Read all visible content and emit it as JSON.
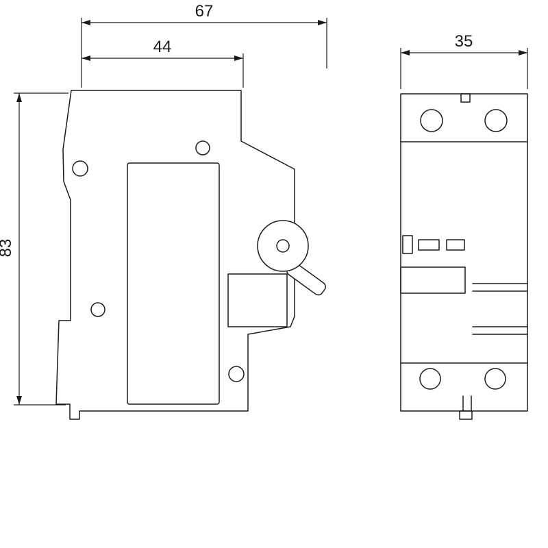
{
  "dims": {
    "overall_depth": "67",
    "upper_depth": "44",
    "height": "83",
    "width": "35"
  },
  "style": {
    "line_color": "#1a1a1a",
    "background": "#ffffff"
  }
}
